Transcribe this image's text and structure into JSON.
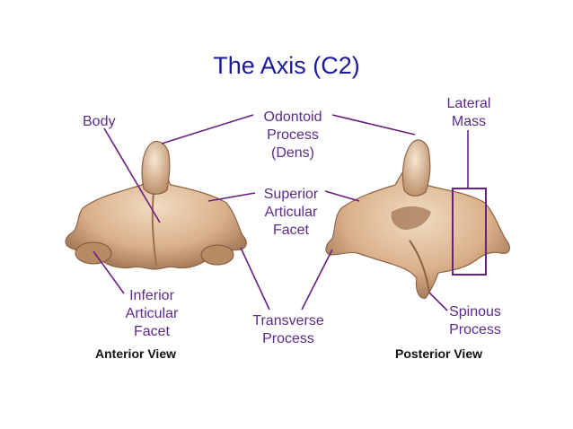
{
  "title": "The Axis (C2)",
  "labels": {
    "body": "Body",
    "odontoid_1": "Odontoid",
    "odontoid_2": "Process",
    "odontoid_3": "(Dens)",
    "superior_1": "Superior",
    "superior_2": "Articular",
    "superior_3": "Facet",
    "lateral_1": "Lateral",
    "lateral_2": "Mass",
    "inferior_1": "Inferior",
    "inferior_2": "Articular",
    "inferior_3": "Facet",
    "transverse_1": "Transverse",
    "transverse_2": "Process",
    "spinous_1": "Spinous",
    "spinous_2": "Process"
  },
  "views": {
    "anterior": "Anterior View",
    "posterior": "Posterior View"
  },
  "colors": {
    "label": "#5b2a8a",
    "title": "#1a1a9a",
    "bone": "#e3c3a0",
    "bone_shadow": "#a37a58",
    "leader_line": "#6a2080"
  }
}
